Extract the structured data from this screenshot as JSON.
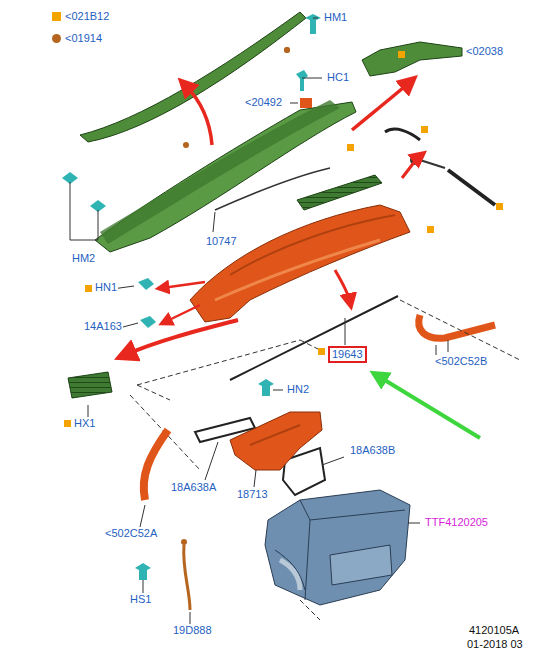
{
  "diagram": {
    "nodes": [
      {
        "text": [
          "19643"
        ]
      }
    ],
    "labels": [
      "HM1",
      "<02038",
      "HC1",
      "<20492",
      "10747",
      "HM2",
      "HN1",
      "14A163",
      "HX1",
      "<502C52B",
      "HN2",
      "18A638B",
      "18A638A",
      "18713",
      "<502C52A",
      "TTF4120205",
      "HS1",
      "19D888",
      "4120105A",
      "01-2018 03"
    ],
    "legend": [
      {
        "text": "<021B12",
        "color": "#f5a300"
      },
      {
        "text": "<01914",
        "color": "#b5651d"
      }
    ]
  }
}
